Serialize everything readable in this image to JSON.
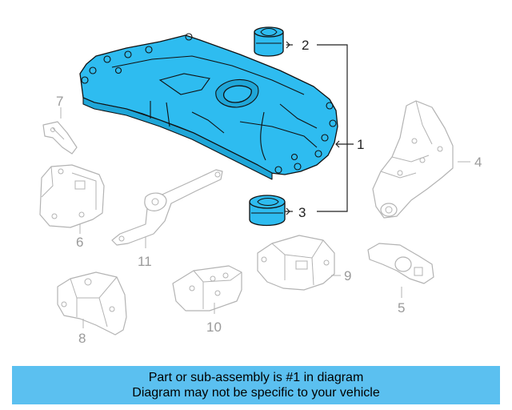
{
  "callouts": {
    "c1": "1",
    "c2": "2",
    "c3": "3",
    "c4": "4",
    "c5": "5",
    "c6": "6",
    "c7": "7",
    "c8": "8",
    "c9": "9",
    "c10": "10",
    "c11": "11"
  },
  "banner": {
    "line1": "Part or sub-assembly is #1 in diagram",
    "line2": "Diagram may not be specific to your vehicle"
  },
  "colors": {
    "highlight": "#2ebcf0",
    "banner_bg": "#5bc0f0",
    "ghost_outline": "#b3b3b3"
  }
}
